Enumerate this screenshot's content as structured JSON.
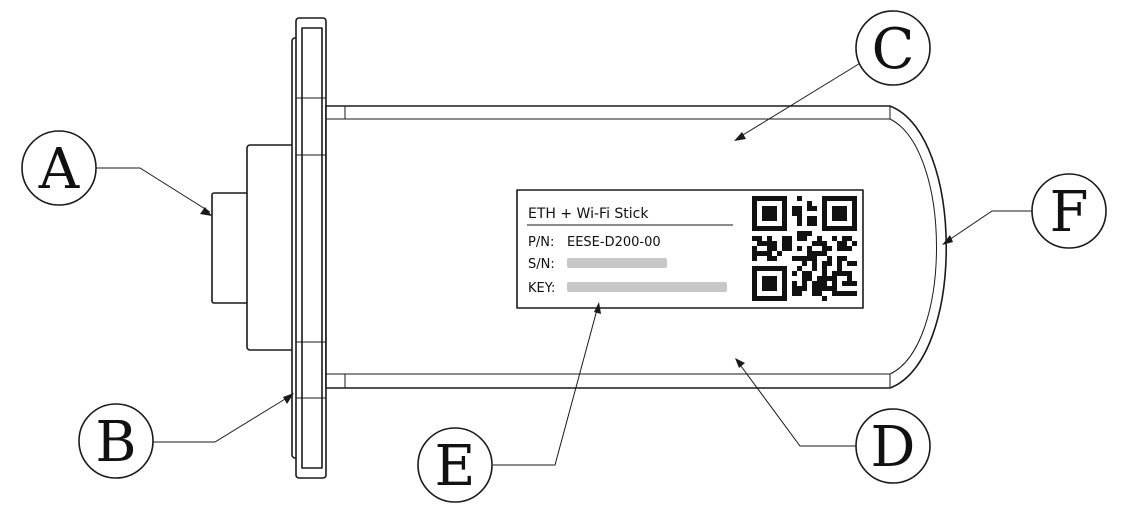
{
  "label": {
    "title": "ETH + Wi-Fi Stick",
    "pn_key": "P/N:",
    "pn_value": "EESE-D200-00",
    "sn_key": "S/N:",
    "key_key": "KEY:"
  },
  "callouts": [
    "A",
    "B",
    "C",
    "D",
    "E",
    "F"
  ],
  "qr_code_icon": "qr-code-icon",
  "colors": {
    "line": "#1a1a1a",
    "background": "#ffffff",
    "redacted": "#c7c7c7"
  }
}
